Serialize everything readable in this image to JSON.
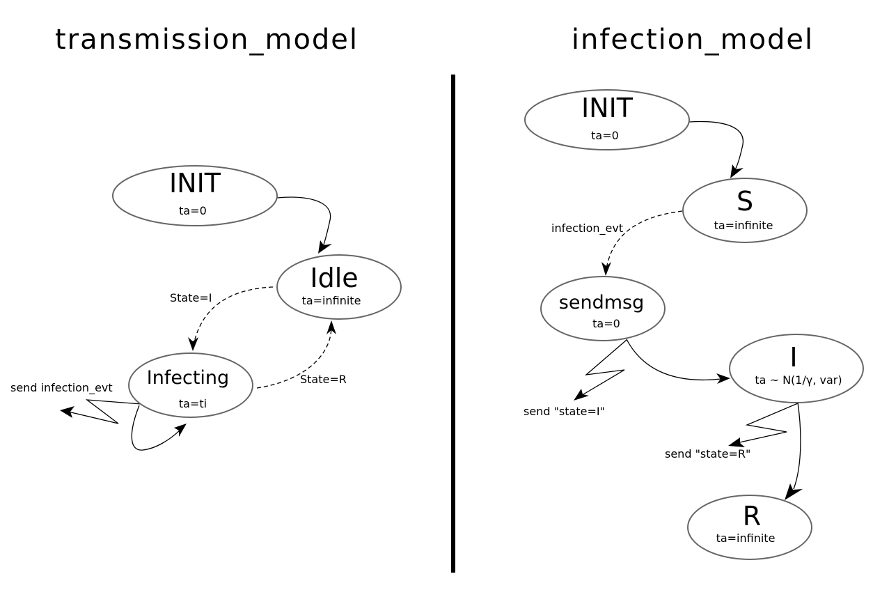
{
  "titles": {
    "left": "transmission_model",
    "right": "infection_model"
  },
  "transmission_model": {
    "states": {
      "init": {
        "name": "INIT",
        "ta": "ta=0"
      },
      "idle": {
        "name": "Idle",
        "ta": "ta=infinite"
      },
      "infecting": {
        "name": "Infecting",
        "ta": "ta=ti"
      }
    },
    "labels": {
      "state_i": "State=I",
      "state_r": "State=R",
      "send_infection_evt": "send infection_evt"
    }
  },
  "infection_model": {
    "states": {
      "init": {
        "name": "INIT",
        "ta": "ta=0"
      },
      "s": {
        "name": "S",
        "ta": "ta=infinite"
      },
      "sendmsg": {
        "name": "sendmsg",
        "ta": "ta=0"
      },
      "i": {
        "name": "I",
        "ta": "ta ~ N(1/γ, var)"
      },
      "r": {
        "name": "R",
        "ta": "ta=infinite"
      }
    },
    "labels": {
      "infection_evt": "infection_evt",
      "send_state_i": "send \"state=I\"",
      "send_state_r": "send \"state=R\""
    }
  }
}
